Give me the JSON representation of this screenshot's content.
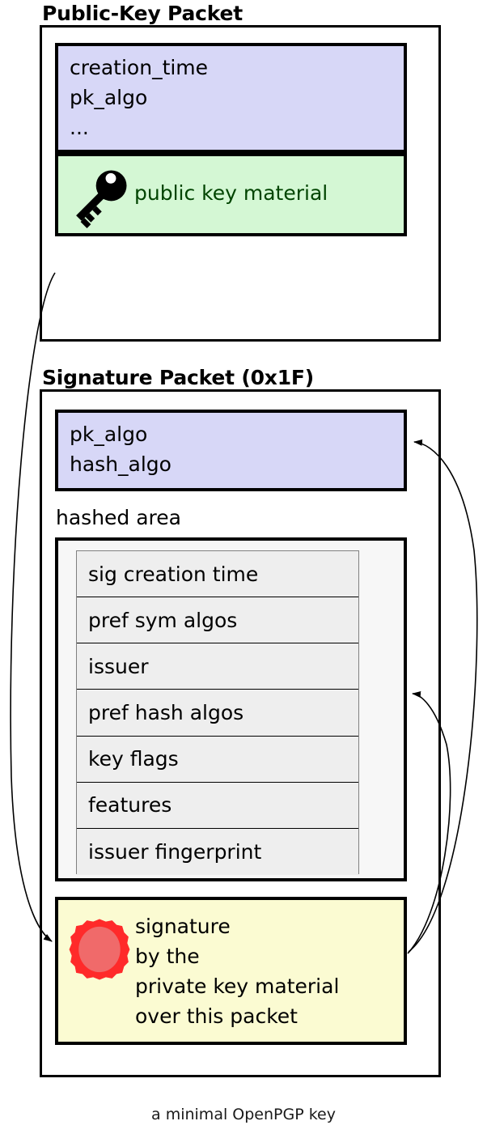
{
  "diagram": {
    "caption": "a minimal OpenPGP key"
  },
  "public_key_packet": {
    "title": "Public-Key Packet",
    "header_fields": "creation_time\npk_algo\n...",
    "material_label": "public key material",
    "material_icon": "key-icon",
    "header_color": "#d7d7f7",
    "material_color": "#d4f7d4",
    "material_text_color": "#004400"
  },
  "signature_packet": {
    "title": "Signature Packet (0x1F)",
    "header_fields": "pk_algo\nhash_algo",
    "header_color": "#d7d7f7",
    "hashed_area_label": "hashed area",
    "hashed_area_color": "#f7f7f7",
    "subpackets": [
      "sig creation time",
      "pref sym algos",
      "issuer",
      "pref hash algos",
      "key flags",
      "features",
      "issuer fingerprint"
    ],
    "signature_text": "signature\nby the\nprivate key material\nover this packet",
    "signature_color": "#fbfbd2",
    "signature_icon": "seal-icon",
    "seal_color": "#ff2a2a",
    "seal_inner_color": "#f06060"
  }
}
